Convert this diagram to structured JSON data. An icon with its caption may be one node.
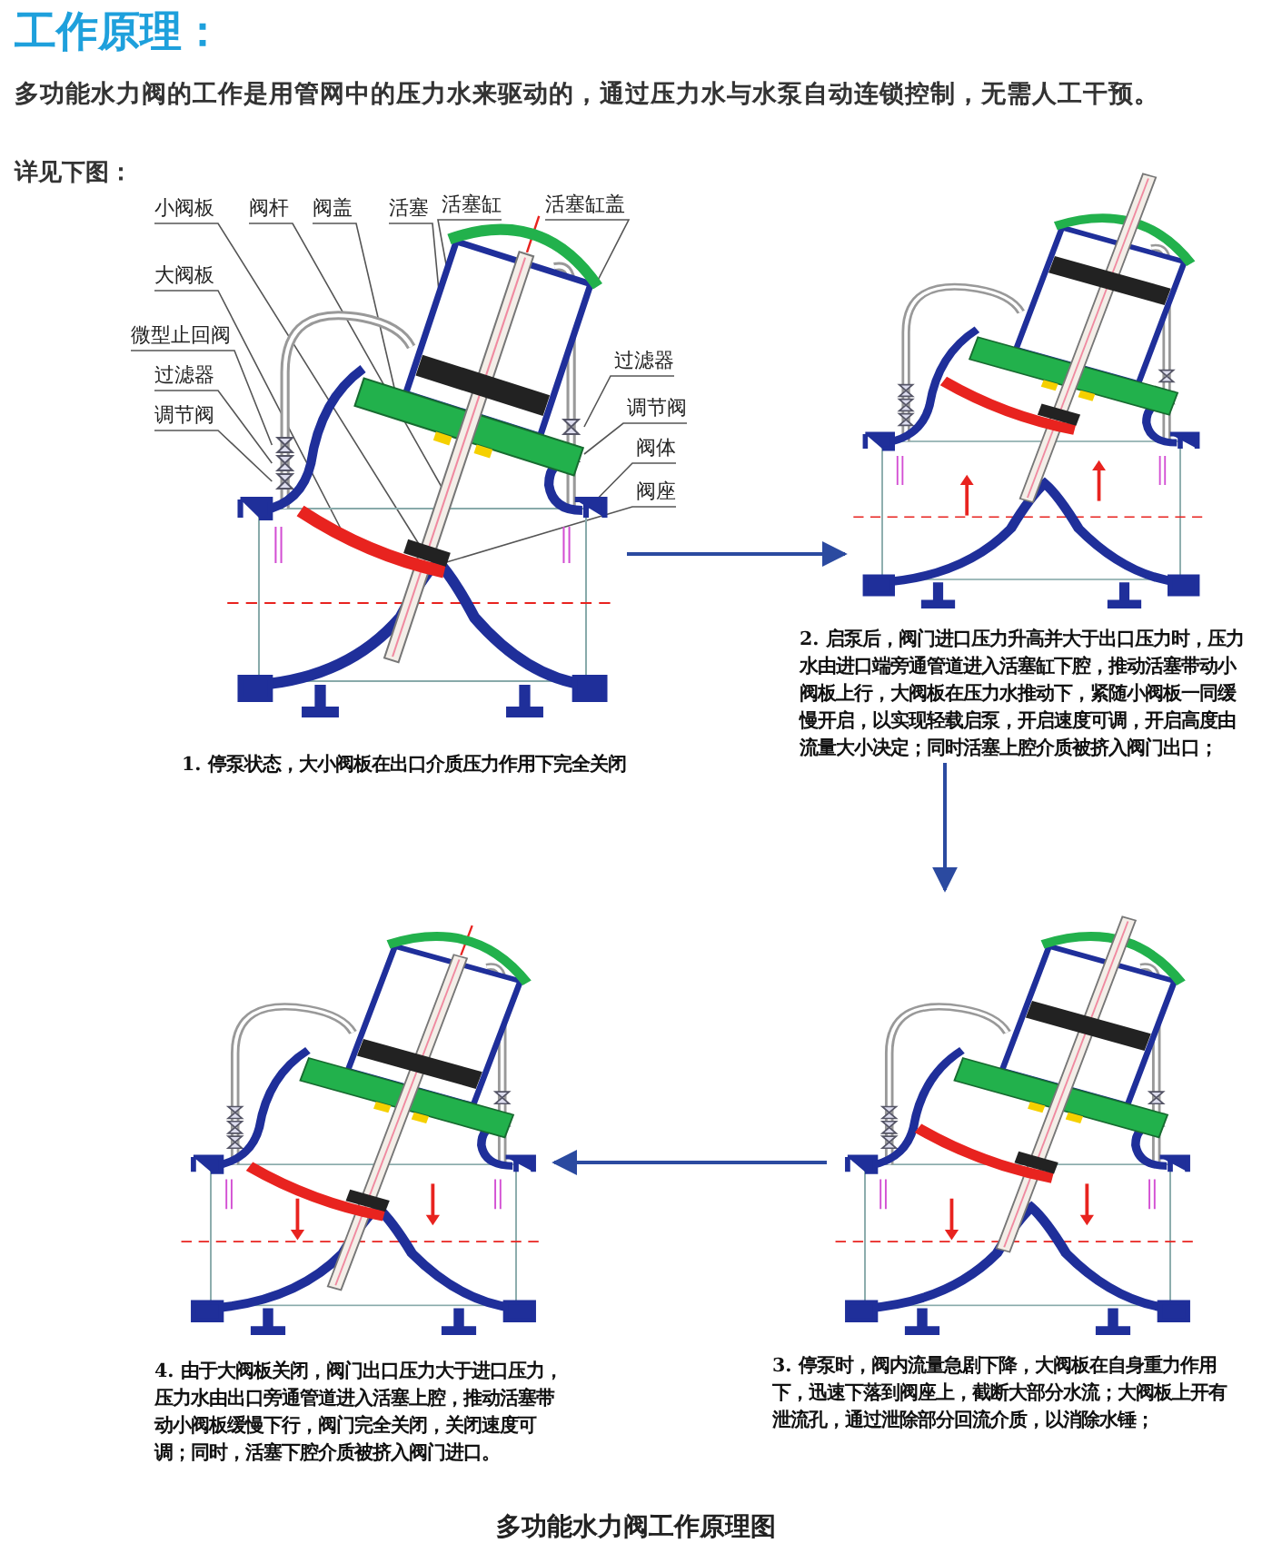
{
  "diagram": {
    "title": "工作原理：",
    "caption": "多功能水力阀工作原理图",
    "labels": [
      "多功能水力阀的工作是用管网中的压力水来驱动的，通过压力水与水泵自动连锁控制，无需人工干预。",
      "详见下图："
    ],
    "nodes": [
      {
        "text": [],
        "shape": "picture",
        "beside": [
          "1. 停泵状态，大小阀板在出口介质压力作用下完全关闭"
        ]
      },
      {
        "text": [],
        "shape": "picture",
        "beside": [
          "2. 启泵后，阀门进口压力升高并大于出口压力时，压力水由进口端旁通管道进入活塞缸下腔，推动活塞带动小阀板上行，大阀板在压力水推动下，紧随小阀板一同缓慢开启，以实现轻载启泵，开启速度可调，开启高度由流量大小决定；同时活塞上腔介质被挤入阀门出口；"
        ]
      },
      {
        "text": [],
        "shape": "picture",
        "beside": [
          "3. 停泵时，阀内流量急剧下降，大阀板在自身重力作用下，迅速下落到阀座上，截断大部分水流；大阀板上开有泄流孔，通过泄除部分回流介质，以消除水锤；"
        ]
      },
      {
        "text": [],
        "shape": "picture",
        "beside": [
          "4. 由于大阀板关闭，阀门出口压力大于进口压力，压力水由出口旁通管道进入活塞上腔，推动活塞带动小阀板缓慢下行，阀门完全关闭，关闭速度可调；同时，活塞下腔介质被挤入阀门进口。"
        ]
      },
      {
        "text": [
          "小阀板"
        ]
      },
      {
        "text": [
          "阀杆"
        ]
      },
      {
        "text": [
          "阀盖"
        ]
      },
      {
        "text": [
          "活塞"
        ]
      },
      {
        "text": [
          "活塞缸"
        ]
      },
      {
        "text": [
          "活塞缸盖"
        ]
      },
      {
        "text": [
          "大阀板"
        ]
      },
      {
        "text": [
          "微型止回阀"
        ]
      },
      {
        "text": [
          "过滤器"
        ]
      },
      {
        "text": [
          "调节阀"
        ]
      },
      {
        "text": [
          "过滤器"
        ]
      },
      {
        "text": [
          "调节阀"
        ]
      },
      {
        "text": [
          "阀体"
        ]
      },
      {
        "text": [
          "阀座"
        ]
      }
    ],
    "edges": [
      {
        "from": 0,
        "to": 1,
        "arrow": "to"
      },
      {
        "from": 1,
        "to": 2,
        "arrow": "to"
      },
      {
        "from": 2,
        "to": 3,
        "arrow": "to"
      },
      {
        "from": 4,
        "to": 0,
        "arrow": "none"
      },
      {
        "from": 5,
        "to": 0,
        "arrow": "none"
      },
      {
        "from": 6,
        "to": 0,
        "arrow": "none"
      },
      {
        "from": 7,
        "to": 0,
        "arrow": "none"
      },
      {
        "from": 8,
        "to": 0,
        "arrow": "none"
      },
      {
        "from": 9,
        "to": 0,
        "arrow": "none"
      },
      {
        "from": 10,
        "to": 0,
        "arrow": "none"
      },
      {
        "from": 11,
        "to": 0,
        "arrow": "none"
      },
      {
        "from": 12,
        "to": 0,
        "arrow": "none"
      },
      {
        "from": 13,
        "to": 0,
        "arrow": "none"
      },
      {
        "from": 14,
        "to": 0,
        "arrow": "none"
      },
      {
        "from": 15,
        "to": 0,
        "arrow": "none"
      },
      {
        "from": 16,
        "to": 0,
        "arrow": "none"
      },
      {
        "from": 17,
        "to": 0,
        "arrow": "none"
      }
    ]
  }
}
